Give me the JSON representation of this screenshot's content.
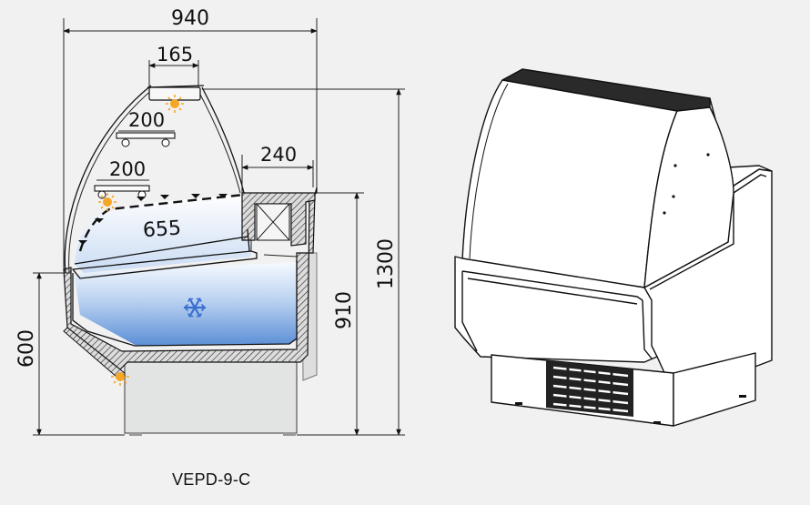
{
  "product": {
    "model": "VEPD-9-C"
  },
  "dimensions": {
    "overall_width": "940",
    "lamp_width": "165",
    "upper_shelf": "200",
    "lower_shelf": "200",
    "top_counter": "240",
    "display_depth": "655",
    "counter_height": "910",
    "total_height": "1300",
    "front_height": "600"
  },
  "colors": {
    "line": "#111111",
    "background": "#f1f1f1",
    "cold_zone_top": "#f4f9ff",
    "cold_zone_bottom": "#5b8fd6",
    "lamp": "#f5a623",
    "snowflake": "#3a6fd0"
  },
  "icons": [
    "lamp-icon",
    "snowflake-icon"
  ]
}
